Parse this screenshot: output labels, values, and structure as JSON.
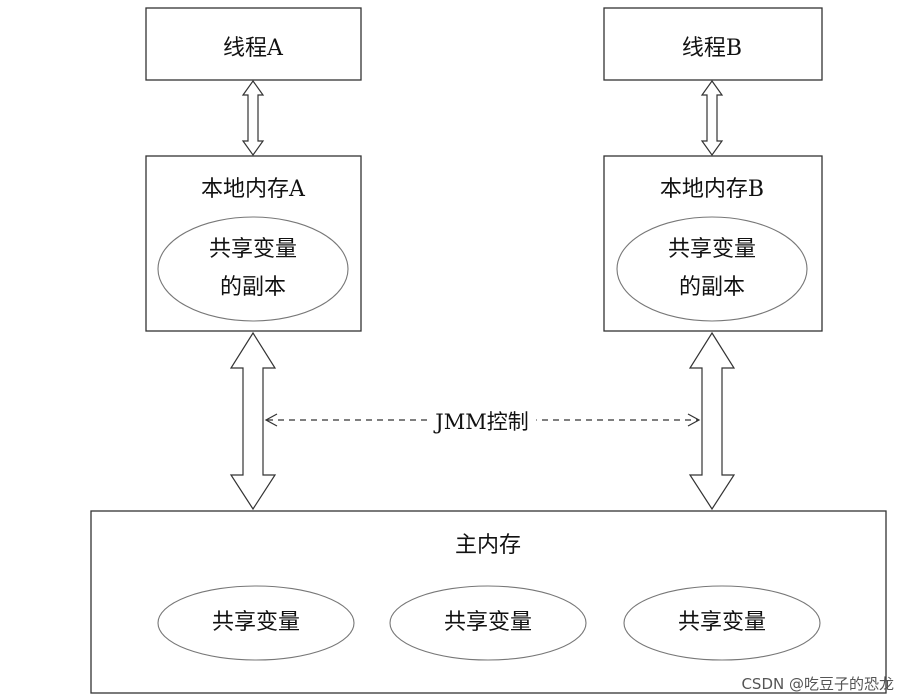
{
  "thread_a": {
    "label": "线程A"
  },
  "thread_b": {
    "label": "线程B"
  },
  "local_memory_a": {
    "title": "本地内存A",
    "copy_line1": "共享变量",
    "copy_line2": "的副本"
  },
  "local_memory_b": {
    "title": "本地内存B",
    "copy_line1": "共享变量",
    "copy_line2": "的副本"
  },
  "jmm_control": {
    "label": "JMM控制"
  },
  "main_memory": {
    "title": "主内存",
    "shared_variables": [
      "共享变量",
      "共享变量",
      "共享变量"
    ]
  },
  "watermark": {
    "text": "CSDN @吃豆子的恐龙"
  }
}
